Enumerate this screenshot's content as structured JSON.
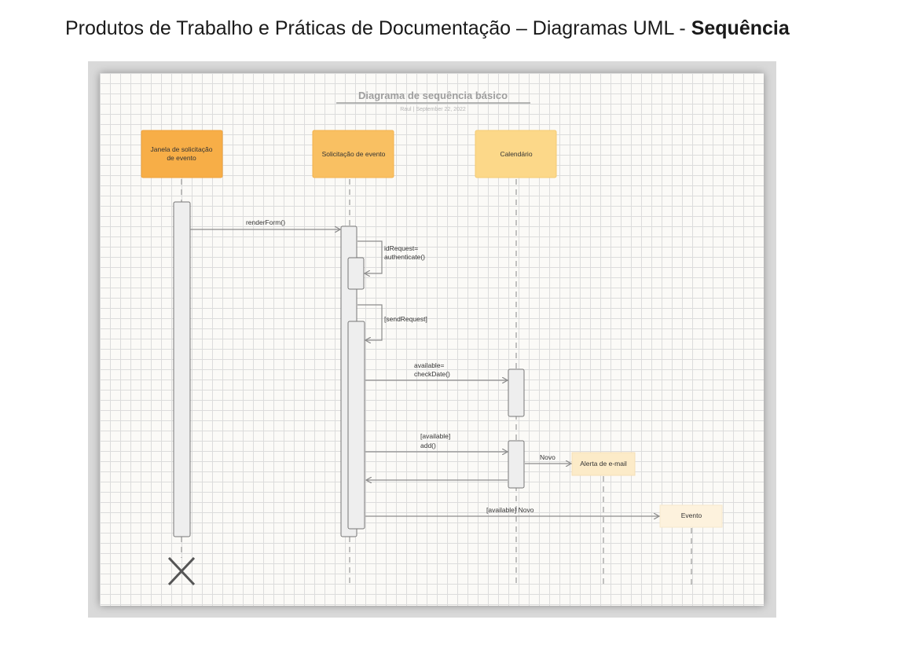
{
  "header": {
    "title_prefix": "Produtos de Trabalho e Práticas de Documentação – Diagramas UML - ",
    "title_bold": "Sequência"
  },
  "diagram": {
    "title": "Diagrama de sequência básico",
    "subtitle": "Raul  |  September 22, 2022",
    "participants": [
      {
        "id": "janela",
        "lines": [
          "Janela de solicitação",
          "de evento"
        ],
        "color": "#f7ae47"
      },
      {
        "id": "solicitacao",
        "lines": [
          "Solicitação de evento"
        ],
        "color": "#f9c062"
      },
      {
        "id": "calendario",
        "lines": [
          "Calendário"
        ],
        "color": "#fcd889"
      },
      {
        "id": "alerta",
        "lines": [
          "Alerta de e-mail"
        ],
        "color": "#fcebc8"
      },
      {
        "id": "evento",
        "lines": [
          "Evento"
        ],
        "color": "#fdf2dd"
      }
    ],
    "messages": {
      "render": "renderForm()",
      "auth": [
        "idRequest=",
        "authenticate()"
      ],
      "send": "[sendRequest]",
      "check": [
        "available=",
        "checkDate()"
      ],
      "add": [
        "[available]",
        "add()"
      ],
      "novo": "Novo",
      "avail_novo": "[available] Novo"
    },
    "colors": {
      "line": "#8c8c8c",
      "activation_fill": "#eeeeee",
      "activation_stroke": "#777777"
    }
  }
}
